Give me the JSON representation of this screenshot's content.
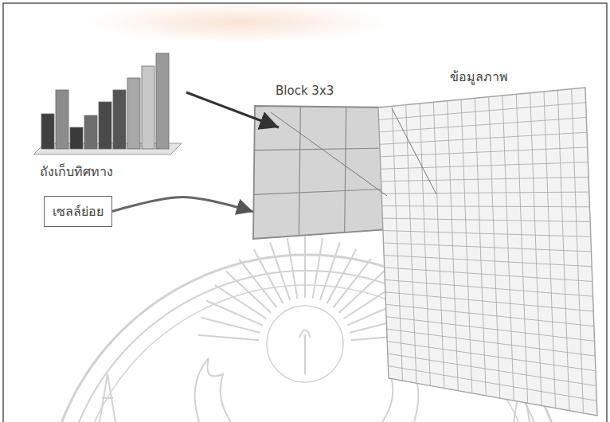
{
  "diagram": {
    "nodes": [
      {
        "text": [
          "Block 3x3"
        ]
      },
      {
        "text": [
          "ข้อมูลภาพ"
        ]
      },
      {
        "text": [
          "เซลล์ย่อย"
        ]
      }
    ],
    "edges": [
      {
        "from": 2,
        "to": 0,
        "arrow": "to"
      }
    ],
    "labels": [
      "ถังเก็บทิศทาง"
    ]
  }
}
